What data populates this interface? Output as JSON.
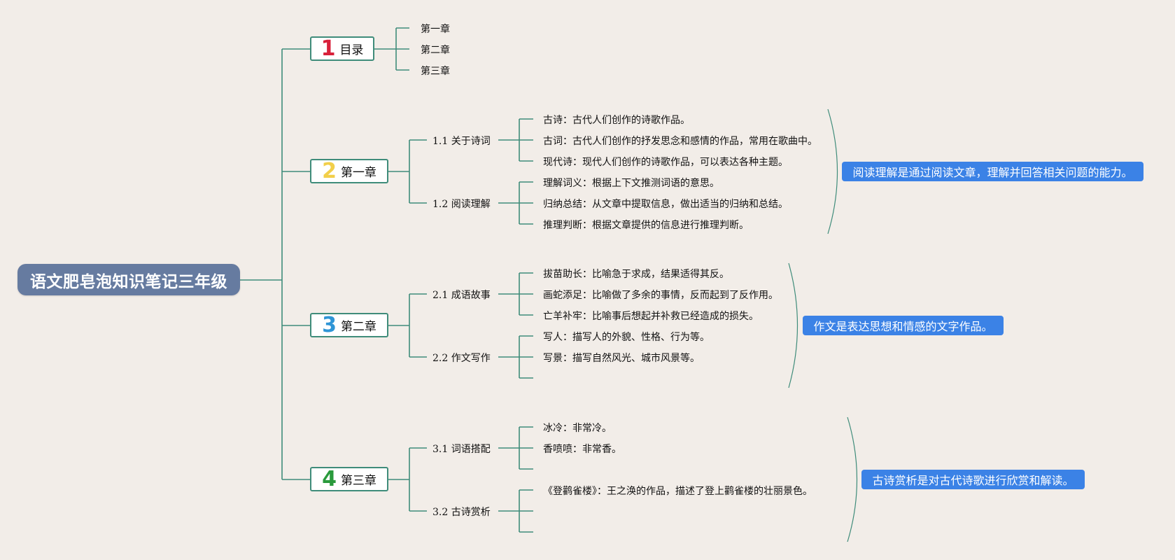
{
  "root": {
    "title": "语文肥皂泡知识笔记三年级"
  },
  "toc": {
    "num": "1",
    "num_color": "#d8203a",
    "label": "目录",
    "items": [
      "第一章",
      "第二章",
      "第三章"
    ]
  },
  "chapter1": {
    "num": "2",
    "num_color": "#f2cf4a",
    "label": "第一章",
    "sections": [
      {
        "title": "1.1 关于诗词",
        "leaves": [
          "古诗：古代人们创作的诗歌作品。",
          "古词：古代人们创作的抒发思念和感情的作品，常用在歌曲中。",
          "现代诗：现代人们创作的诗歌作品，可以表达各种主题。"
        ]
      },
      {
        "title": "1.2 阅读理解",
        "leaves": [
          "理解词义：根据上下文推测词语的意思。",
          "归纳总结：从文章中提取信息，做出适当的归纳和总结。",
          "推理判断：根据文章提供的信息进行推理判断。"
        ]
      }
    ],
    "summary": "阅读理解是通过阅读文章，理解并回答相关问题的能力。"
  },
  "chapter2": {
    "num": "3",
    "num_color": "#2f95d6",
    "label": "第二章",
    "sections": [
      {
        "title": "2.1 成语故事",
        "leaves": [
          "拔苗助长：比喻急于求成，结果适得其反。",
          "画蛇添足：比喻做了多余的事情，反而起到了反作用。",
          "亡羊补牢：比喻事后想起并补救已经造成的损失。"
        ]
      },
      {
        "title": "2.2 作文写作",
        "leaves": [
          "写人：描写人的外貌、性格、行为等。",
          "写景：描写自然风光、城市风景等。",
          ""
        ]
      }
    ],
    "summary": "作文是表达思想和情感的文字作品。"
  },
  "chapter3": {
    "num": "4",
    "num_color": "#2a9a3c",
    "label": "第三章",
    "sections": [
      {
        "title": "3.1 词语搭配",
        "leaves": [
          "冰冷：非常冷。",
          "香喷喷：非常香。",
          ""
        ]
      },
      {
        "title": "3.2 古诗赏析",
        "leaves": [
          "《登鹳雀楼》：王之涣的作品，描述了登上鹳雀楼的壮丽景色。",
          "",
          ""
        ]
      }
    ],
    "summary": "古诗赏析是对古代诗歌进行欣赏和解读。"
  },
  "colors": {
    "line": "#3f8c7a",
    "root_bg": "#667ba0",
    "note_bg": "#3b82e6",
    "bg": "#f2ede8"
  }
}
